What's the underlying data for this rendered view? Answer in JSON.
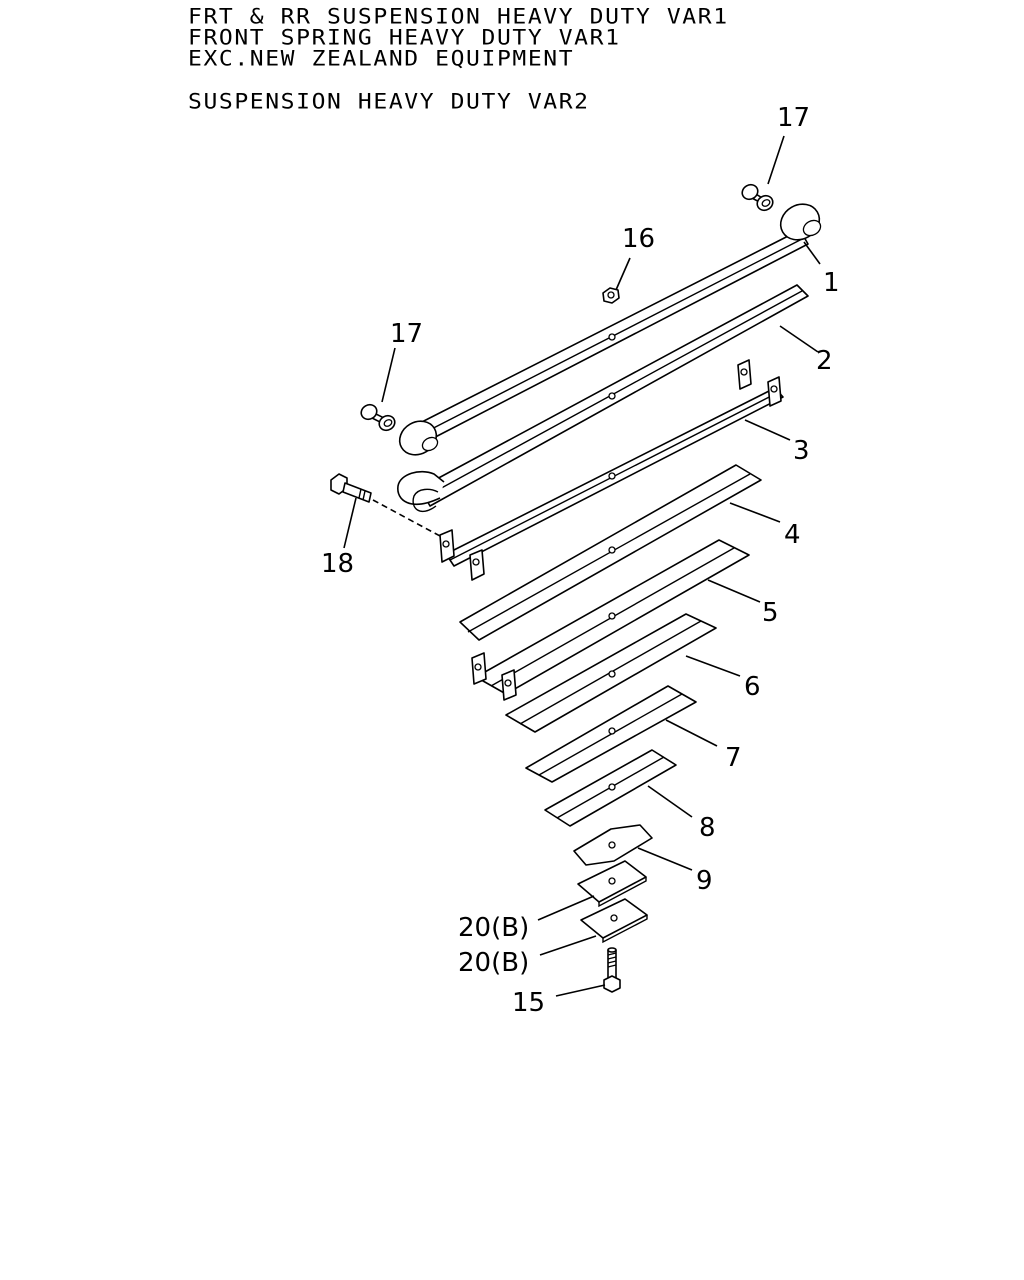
{
  "header": {
    "line1": "FRT & RR SUSPENSION HEAVY DUTY VAR1",
    "line2": "FRONT SPRING HEAVY DUTY VAR1",
    "line3": "EXC.NEW ZEALAND EQUIPMENT",
    "line4": "SUSPENSION HEAVY DUTY VAR2"
  },
  "callouts": {
    "c1": "1",
    "c2": "2",
    "c3": "3",
    "c4": "4",
    "c5": "5",
    "c6": "6",
    "c7": "7",
    "c8": "8",
    "c9": "9",
    "c15": "15",
    "c16": "16",
    "c17a": "17",
    "c17b": "17",
    "c18": "18",
    "c20a": "20(B)",
    "c20b": "20(B)"
  }
}
